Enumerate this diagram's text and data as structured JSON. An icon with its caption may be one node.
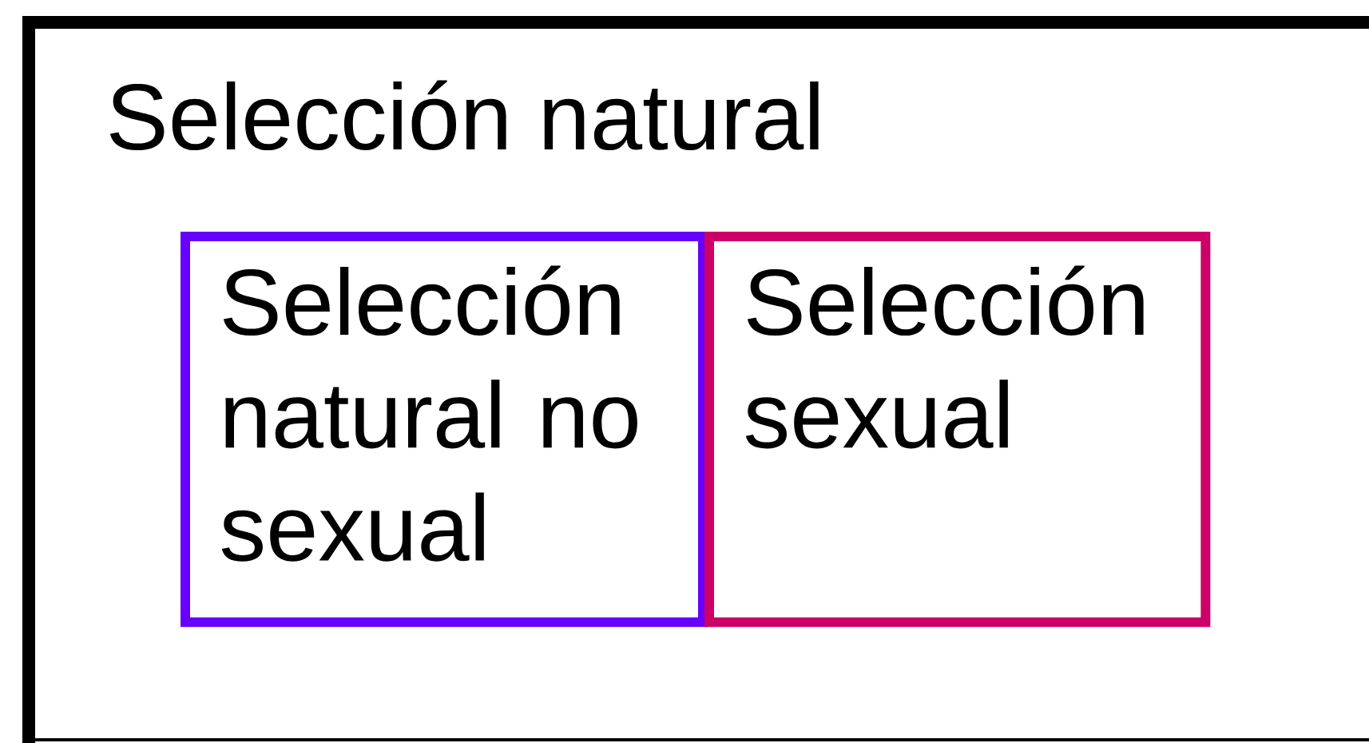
{
  "diagram": {
    "nodes": [
      {
        "text": [
          "Selección natural"
        ]
      },
      {
        "text": [
          "Selección natural no sexual"
        ],
        "in": 0
      },
      {
        "text": [
          "Selección sexual"
        ],
        "in": 0
      }
    ]
  }
}
